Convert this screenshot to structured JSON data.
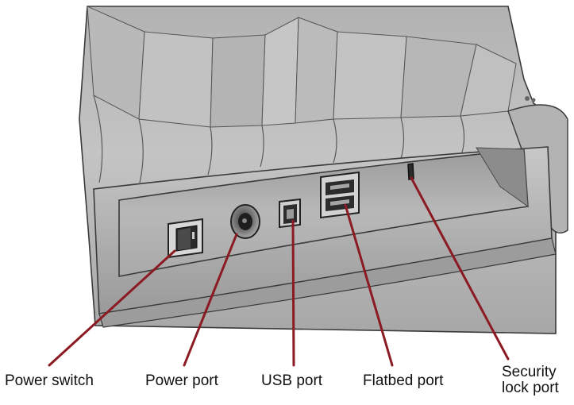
{
  "callouts": {
    "power_switch": "Power switch",
    "power_port": "Power port",
    "usb_port": "USB port",
    "flatbed_port": "Flatbed port",
    "security_lock_port_line1": "Security",
    "security_lock_port_line2": "lock port"
  },
  "colors": {
    "leader_line": "#8b1a22",
    "device_body": "#bdbdbd",
    "device_shadow": "#8e8e8e",
    "outline": "#3a3a3a",
    "label_text": "#111111"
  },
  "icons": [
    "power-switch-rocker",
    "power-port-round-jack",
    "usb-b-port",
    "flatbed-dual-port",
    "security-lock-slot"
  ]
}
